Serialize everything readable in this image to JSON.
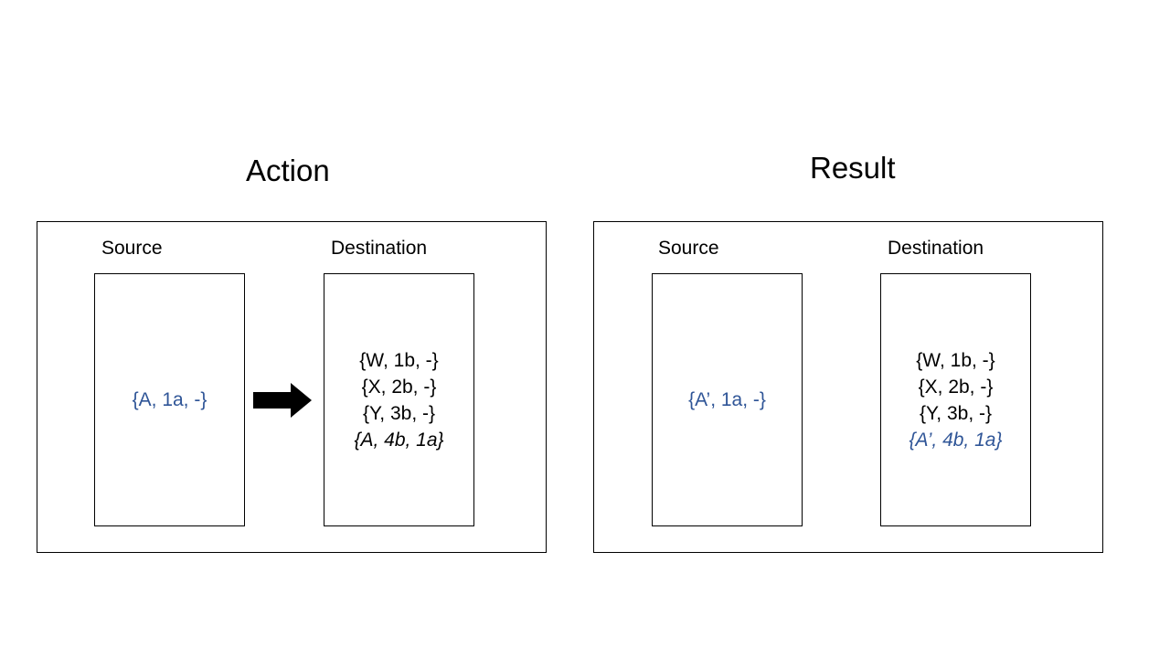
{
  "action": {
    "title": "Action",
    "source_label": "Source",
    "destination_label": "Destination",
    "source_entries": [
      "{A, 1a, -}"
    ],
    "destination_entries": [
      "{W, 1b, -}",
      "{X, 2b, -}",
      "{Y, 3b, -}",
      "{A, 4b, 1a}"
    ]
  },
  "result": {
    "title": "Result",
    "source_label": "Source",
    "destination_label": "Destination",
    "source_entries": [
      "{A’, 1a, -}"
    ],
    "destination_entries": [
      "{W, 1b, -}",
      "{X, 2b, -}",
      "{Y, 3b, -}",
      "{A’, 4b, 1a}"
    ]
  },
  "colors": {
    "highlight": "#2f5597",
    "text": "#000000",
    "border": "#000000",
    "arrow": "#000000"
  },
  "icons": {
    "move_arrow": "right-arrow-icon"
  }
}
